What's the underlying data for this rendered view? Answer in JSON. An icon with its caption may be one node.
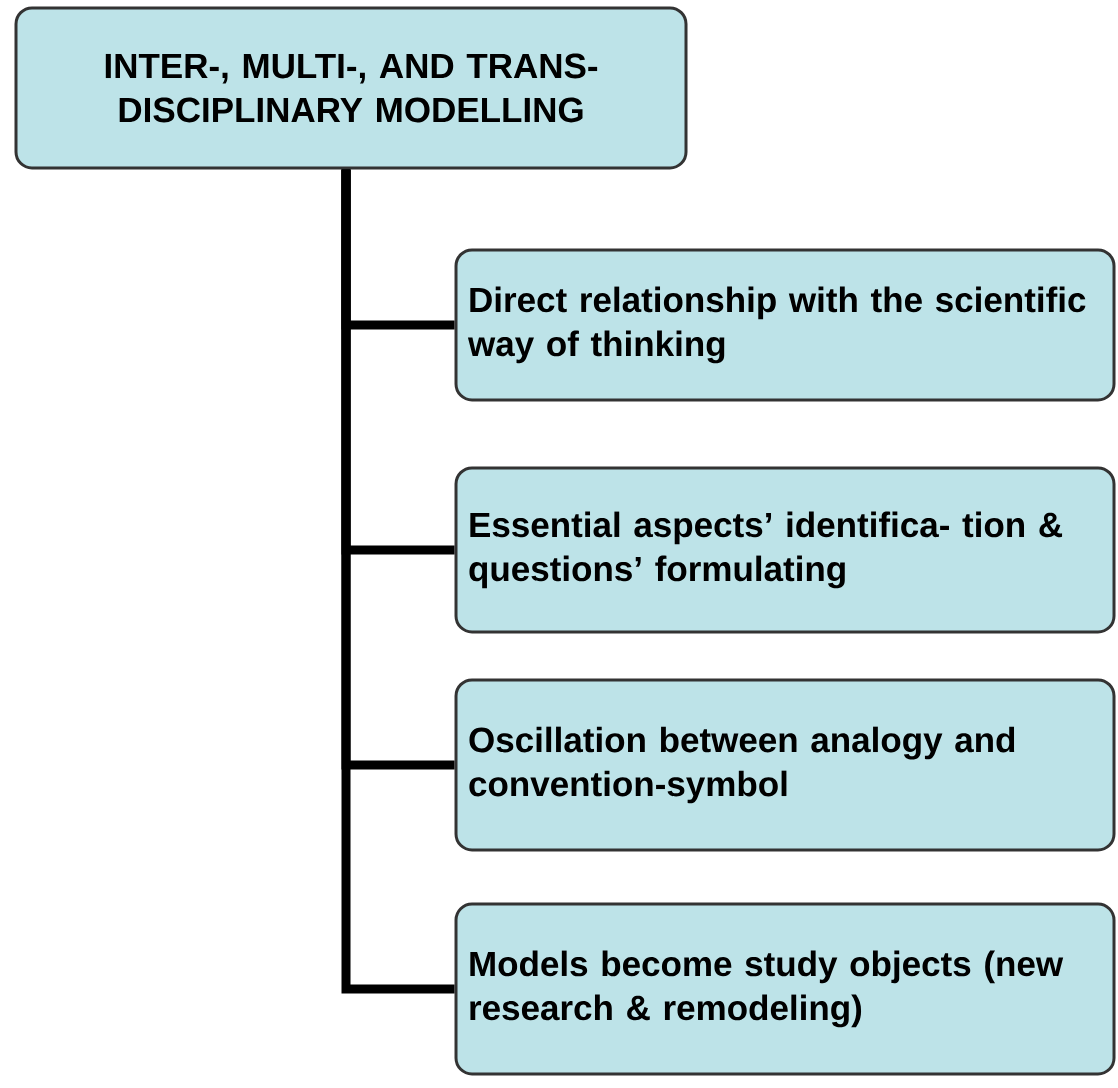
{
  "diagram": {
    "nodes": [
      {
        "text": [
          "INTER-, MULTI-, AND TRANS-DISCIPLINARY MODELLING"
        ]
      },
      {
        "text": [
          "Direct relationship with the scientific way of thinking"
        ]
      },
      {
        "text": [
          "Essential aspects’ identifica- tion & questions’ formulating"
        ]
      },
      {
        "text": [
          "Oscillation between analogy and convention-symbol"
        ]
      },
      {
        "text": [
          "Models become study objects (new research & remodeling)"
        ]
      }
    ],
    "edges": [
      {
        "from": 0,
        "to": 1,
        "arrow": "none"
      },
      {
        "from": 0,
        "to": 2,
        "arrow": "none"
      },
      {
        "from": 0,
        "to": 3,
        "arrow": "none"
      },
      {
        "from": 0,
        "to": 4,
        "arrow": "none"
      }
    ]
  }
}
